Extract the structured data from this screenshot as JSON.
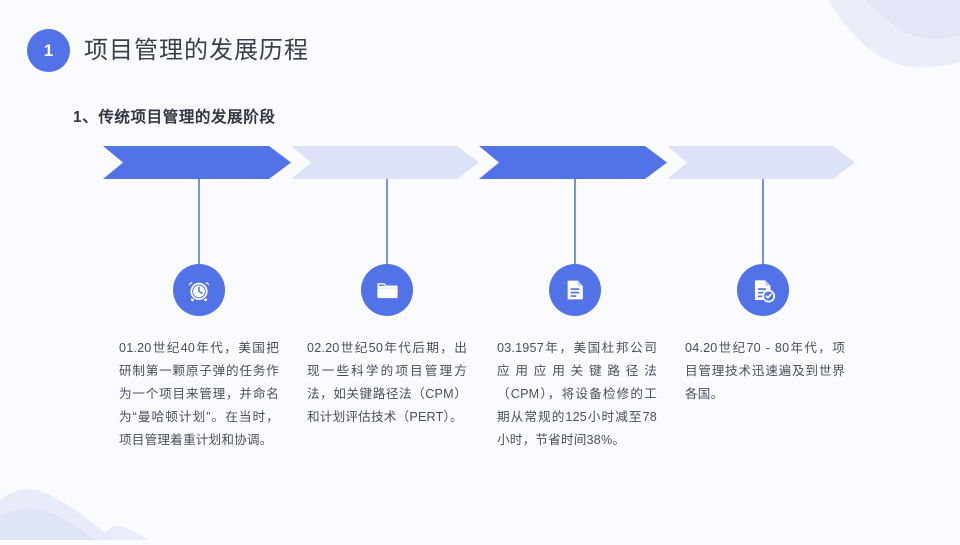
{
  "header": {
    "badge_number": "1",
    "title": "项目管理的发展历程",
    "section_title": "1、传统项目管理的发展阶段"
  },
  "colors": {
    "accent": "#5272E8",
    "accent_light": "#DEE2F8",
    "background": "#FAFBFE",
    "title_text": "#3B3F4A",
    "body_text": "#4B4F5A",
    "connector": "#7C93D9"
  },
  "timeline": {
    "chevrons": [
      {
        "id": "chevron-1",
        "fill": "#5272E8",
        "state": "active"
      },
      {
        "id": "chevron-2",
        "fill": "#DEE2F8",
        "state": "inactive"
      },
      {
        "id": "chevron-3",
        "fill": "#5272E8",
        "state": "active"
      },
      {
        "id": "chevron-4",
        "fill": "#DEE2F8",
        "state": "inactive"
      }
    ],
    "steps": [
      {
        "index": "01",
        "icon": "alarm-clock-icon",
        "text": "01.20世纪40年代，美国把研制第一颗原子弹的任务作为一个项目来管理，并命名为“曼哈顿计划”。在当时，项目管理着重计划和协调。"
      },
      {
        "index": "02",
        "icon": "folder-icon",
        "text": "02.20世纪50年代后期，出现一些科学的项目管理方法，如关键路径法（CPM）和计划评估技术（PERT）。"
      },
      {
        "index": "03",
        "icon": "document-lines-icon",
        "text": "03.1957年，美国杜邦公司应用应用关键路径法（CPM），将设备检修的工期从常规的125小时减至78小时，节省时间38%。"
      },
      {
        "index": "04",
        "icon": "document-check-icon",
        "text": "04.20世纪70 - 80年代，项目管理技术迅速遍及到世界各国。"
      }
    ]
  }
}
